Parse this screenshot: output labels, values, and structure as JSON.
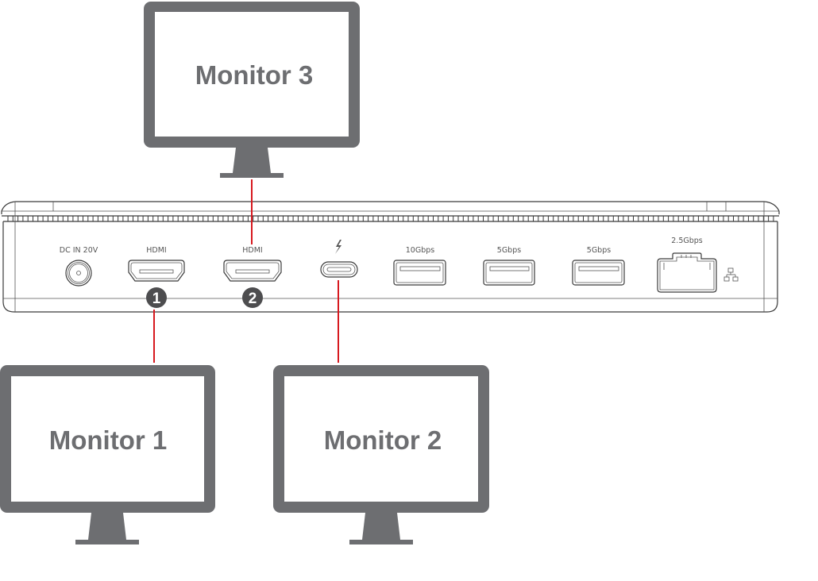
{
  "colors": {
    "monitor": "#6d6e71",
    "connector_line": "#d7191f",
    "badge": "#4d4d4f",
    "dock_outline": "#3a3a3a"
  },
  "monitors": [
    {
      "id": "monitor-3",
      "label": "Monitor 3",
      "connected_to": "HDMI 2"
    },
    {
      "id": "monitor-1",
      "label": "Monitor 1",
      "connected_to": "HDMI 1"
    },
    {
      "id": "monitor-2",
      "label": "Monitor 2",
      "connected_to": "Thunderbolt"
    }
  ],
  "dock": {
    "ports": [
      {
        "type": "dc-in",
        "label": "DC IN 20V"
      },
      {
        "type": "hdmi",
        "label": "HDMI",
        "badge": "1"
      },
      {
        "type": "hdmi",
        "label": "HDMI",
        "badge": "2"
      },
      {
        "type": "thunderbolt",
        "label": "",
        "icon": "thunderbolt-icon"
      },
      {
        "type": "usb-a",
        "label": "10Gbps"
      },
      {
        "type": "usb-a",
        "label": "5Gbps"
      },
      {
        "type": "usb-a",
        "label": "5Gbps"
      },
      {
        "type": "ethernet",
        "label": "2.5Gbps",
        "icon": "network-icon"
      }
    ]
  }
}
